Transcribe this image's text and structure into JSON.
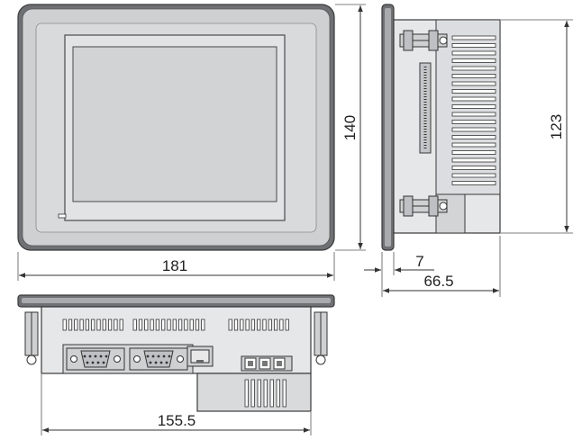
{
  "dimensions": {
    "front_width": "181",
    "front_height": "140",
    "side_height": "123",
    "side_flange": "7",
    "side_depth": "66.5",
    "bottom_width": "155.5"
  },
  "colors": {
    "bezel": "#cfd0d2",
    "bezel_dark": "#6e7074",
    "screen": "#d7d8da",
    "body": "#e6e7e8",
    "outline": "#3a3a3a"
  }
}
